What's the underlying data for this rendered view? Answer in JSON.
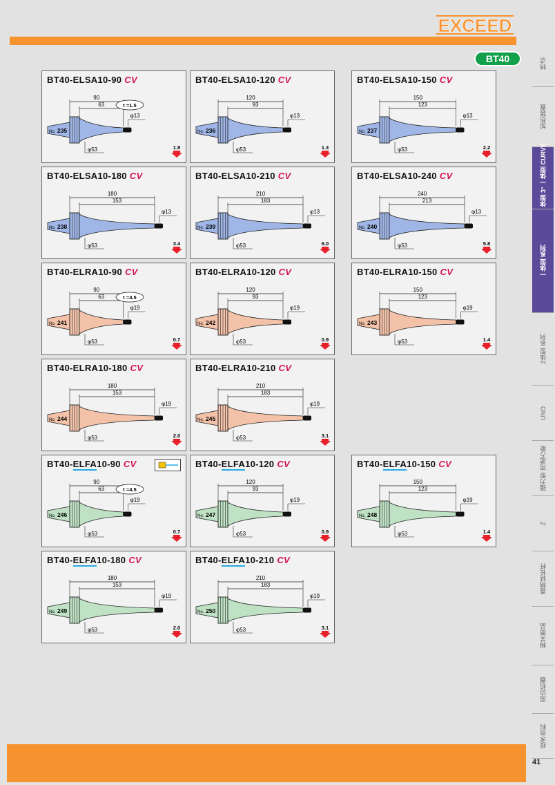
{
  "brand": {
    "logo_text": "EXCEED",
    "series_badge": "BT40"
  },
  "page_number": "41",
  "side_nav": [
    {
      "label": "特点"
    },
    {
      "label": "加热装置"
    },
    {
      "label": "一体型 3° 一体型 CURVE"
    },
    {
      "label": "一体型 系列"
    },
    {
      "label": "2体型 系列"
    },
    {
      "label": "UNO"
    },
    {
      "label": "强力型 用途万能"
    },
    {
      "label": "Z"
    },
    {
      "label": "直柄延长杆"
    },
    {
      "label": "相关商品"
    },
    {
      "label": "周边机器"
    },
    {
      "label": "技术资料"
    }
  ],
  "cards": [
    {
      "prefix": "BT40-",
      "series": "ELSA",
      "suffix": "10-90",
      "cv": "CV",
      "no_label": "No.",
      "no": "235",
      "len": "90",
      "len2": "63",
      "dia": "φ13",
      "shank": "φ53",
      "t": "t =1.5",
      "weight": "1.8"
    },
    {
      "prefix": "BT40-",
      "series": "ELSA",
      "suffix": "10-120",
      "cv": "CV",
      "no_label": "No.",
      "no": "236",
      "len": "120",
      "len2": "93",
      "dia": "φ13",
      "shank": "φ53",
      "t": "",
      "weight": "1.3"
    },
    {
      "prefix": "BT40-",
      "series": "ELSA",
      "suffix": "10-150",
      "cv": "CV",
      "no_label": "No.",
      "no": "237",
      "len": "150",
      "len2": "123",
      "dia": "φ13",
      "shank": "φ53",
      "t": "",
      "weight": "2.2"
    },
    {
      "prefix": "BT40-",
      "series": "ELSA",
      "suffix": "10-180",
      "cv": "CV",
      "no_label": "No.",
      "no": "238",
      "len": "180",
      "len2": "153",
      "dia": "φ13",
      "shank": "φ53",
      "t": "",
      "weight": "3.4"
    },
    {
      "prefix": "BT40-",
      "series": "ELSA",
      "suffix": "10-210",
      "cv": "CV",
      "no_label": "No.",
      "no": "239",
      "len": "210",
      "len2": "183",
      "dia": "φ13",
      "shank": "φ53",
      "t": "",
      "weight": "6.0"
    },
    {
      "prefix": "BT40-",
      "series": "ELSA",
      "suffix": "10-240",
      "cv": "CV",
      "no_label": "No.",
      "no": "240",
      "len": "240",
      "len2": "213",
      "dia": "φ13",
      "shank": "φ53",
      "t": "",
      "weight": "5.8"
    },
    {
      "prefix": "BT40-",
      "series": "ELRA",
      "suffix": "10-90",
      "cv": "CV",
      "no_label": "No.",
      "no": "241",
      "len": "90",
      "len2": "63",
      "dia": "φ19",
      "shank": "φ53",
      "t": "t =4.5",
      "weight": "0.7"
    },
    {
      "prefix": "BT40-",
      "series": "ELRA",
      "suffix": "10-120",
      "cv": "CV",
      "no_label": "No.",
      "no": "242",
      "len": "120",
      "len2": "93",
      "dia": "φ19",
      "shank": "φ53",
      "t": "",
      "weight": "0.9"
    },
    {
      "prefix": "BT40-",
      "series": "ELRA",
      "suffix": "10-150",
      "cv": "CV",
      "no_label": "No.",
      "no": "243",
      "len": "150",
      "len2": "123",
      "dia": "φ19",
      "shank": "φ53",
      "t": "",
      "weight": "1.4"
    },
    {
      "prefix": "BT40-",
      "series": "ELRA",
      "suffix": "10-180",
      "cv": "CV",
      "no_label": "No.",
      "no": "244",
      "len": "180",
      "len2": "153",
      "dia": "φ19",
      "shank": "φ53",
      "t": "",
      "weight": "2.0"
    },
    {
      "prefix": "BT40-",
      "series": "ELRA",
      "suffix": "10-210",
      "cv": "CV",
      "no_label": "No.",
      "no": "245",
      "len": "210",
      "len2": "183",
      "dia": "φ19",
      "shank": "φ53",
      "t": "",
      "weight": "3.1"
    },
    {
      "prefix": "BT40-",
      "series": "ELFA",
      "suffix": "10-90",
      "cv": "CV",
      "no_label": "No.",
      "no": "246",
      "len": "90",
      "len2": "63",
      "dia": "φ19",
      "shank": "φ53",
      "t": "t =4.5",
      "weight": "0.7"
    },
    {
      "prefix": "BT40-",
      "series": "ELFA",
      "suffix": "10-120",
      "cv": "CV",
      "no_label": "No.",
      "no": "247",
      "len": "120",
      "len2": "93",
      "dia": "φ19",
      "shank": "φ53",
      "t": "",
      "weight": "0.9"
    },
    {
      "prefix": "BT40-",
      "series": "ELFA",
      "suffix": "10-150",
      "cv": "CV",
      "no_label": "No.",
      "no": "248",
      "len": "150",
      "len2": "123",
      "dia": "φ19",
      "shank": "φ53",
      "t": "",
      "weight": "1.4"
    },
    {
      "prefix": "BT40-",
      "series": "ELFA",
      "suffix": "10-180",
      "cv": "CV",
      "no_label": "No.",
      "no": "249",
      "len": "180",
      "len2": "153",
      "dia": "φ19",
      "shank": "φ53",
      "t": "",
      "weight": "2.0"
    },
    {
      "prefix": "BT40-",
      "series": "ELFA",
      "suffix": "10-210",
      "cv": "CV",
      "no_label": "No.",
      "no": "250",
      "len": "210",
      "len2": "183",
      "dia": "φ19",
      "shank": "φ53",
      "t": "",
      "weight": "3.1"
    }
  ],
  "colors": {
    "ELSA": "#9fb6e6",
    "ELRA": "#f3c2a8",
    "ELFA": "#bfe2c4",
    "accent": "#f7932e",
    "cv": "#d4145a",
    "badge": "#13a04a",
    "nav_active": "#5b4a9a",
    "arrow": "#e8202a"
  }
}
